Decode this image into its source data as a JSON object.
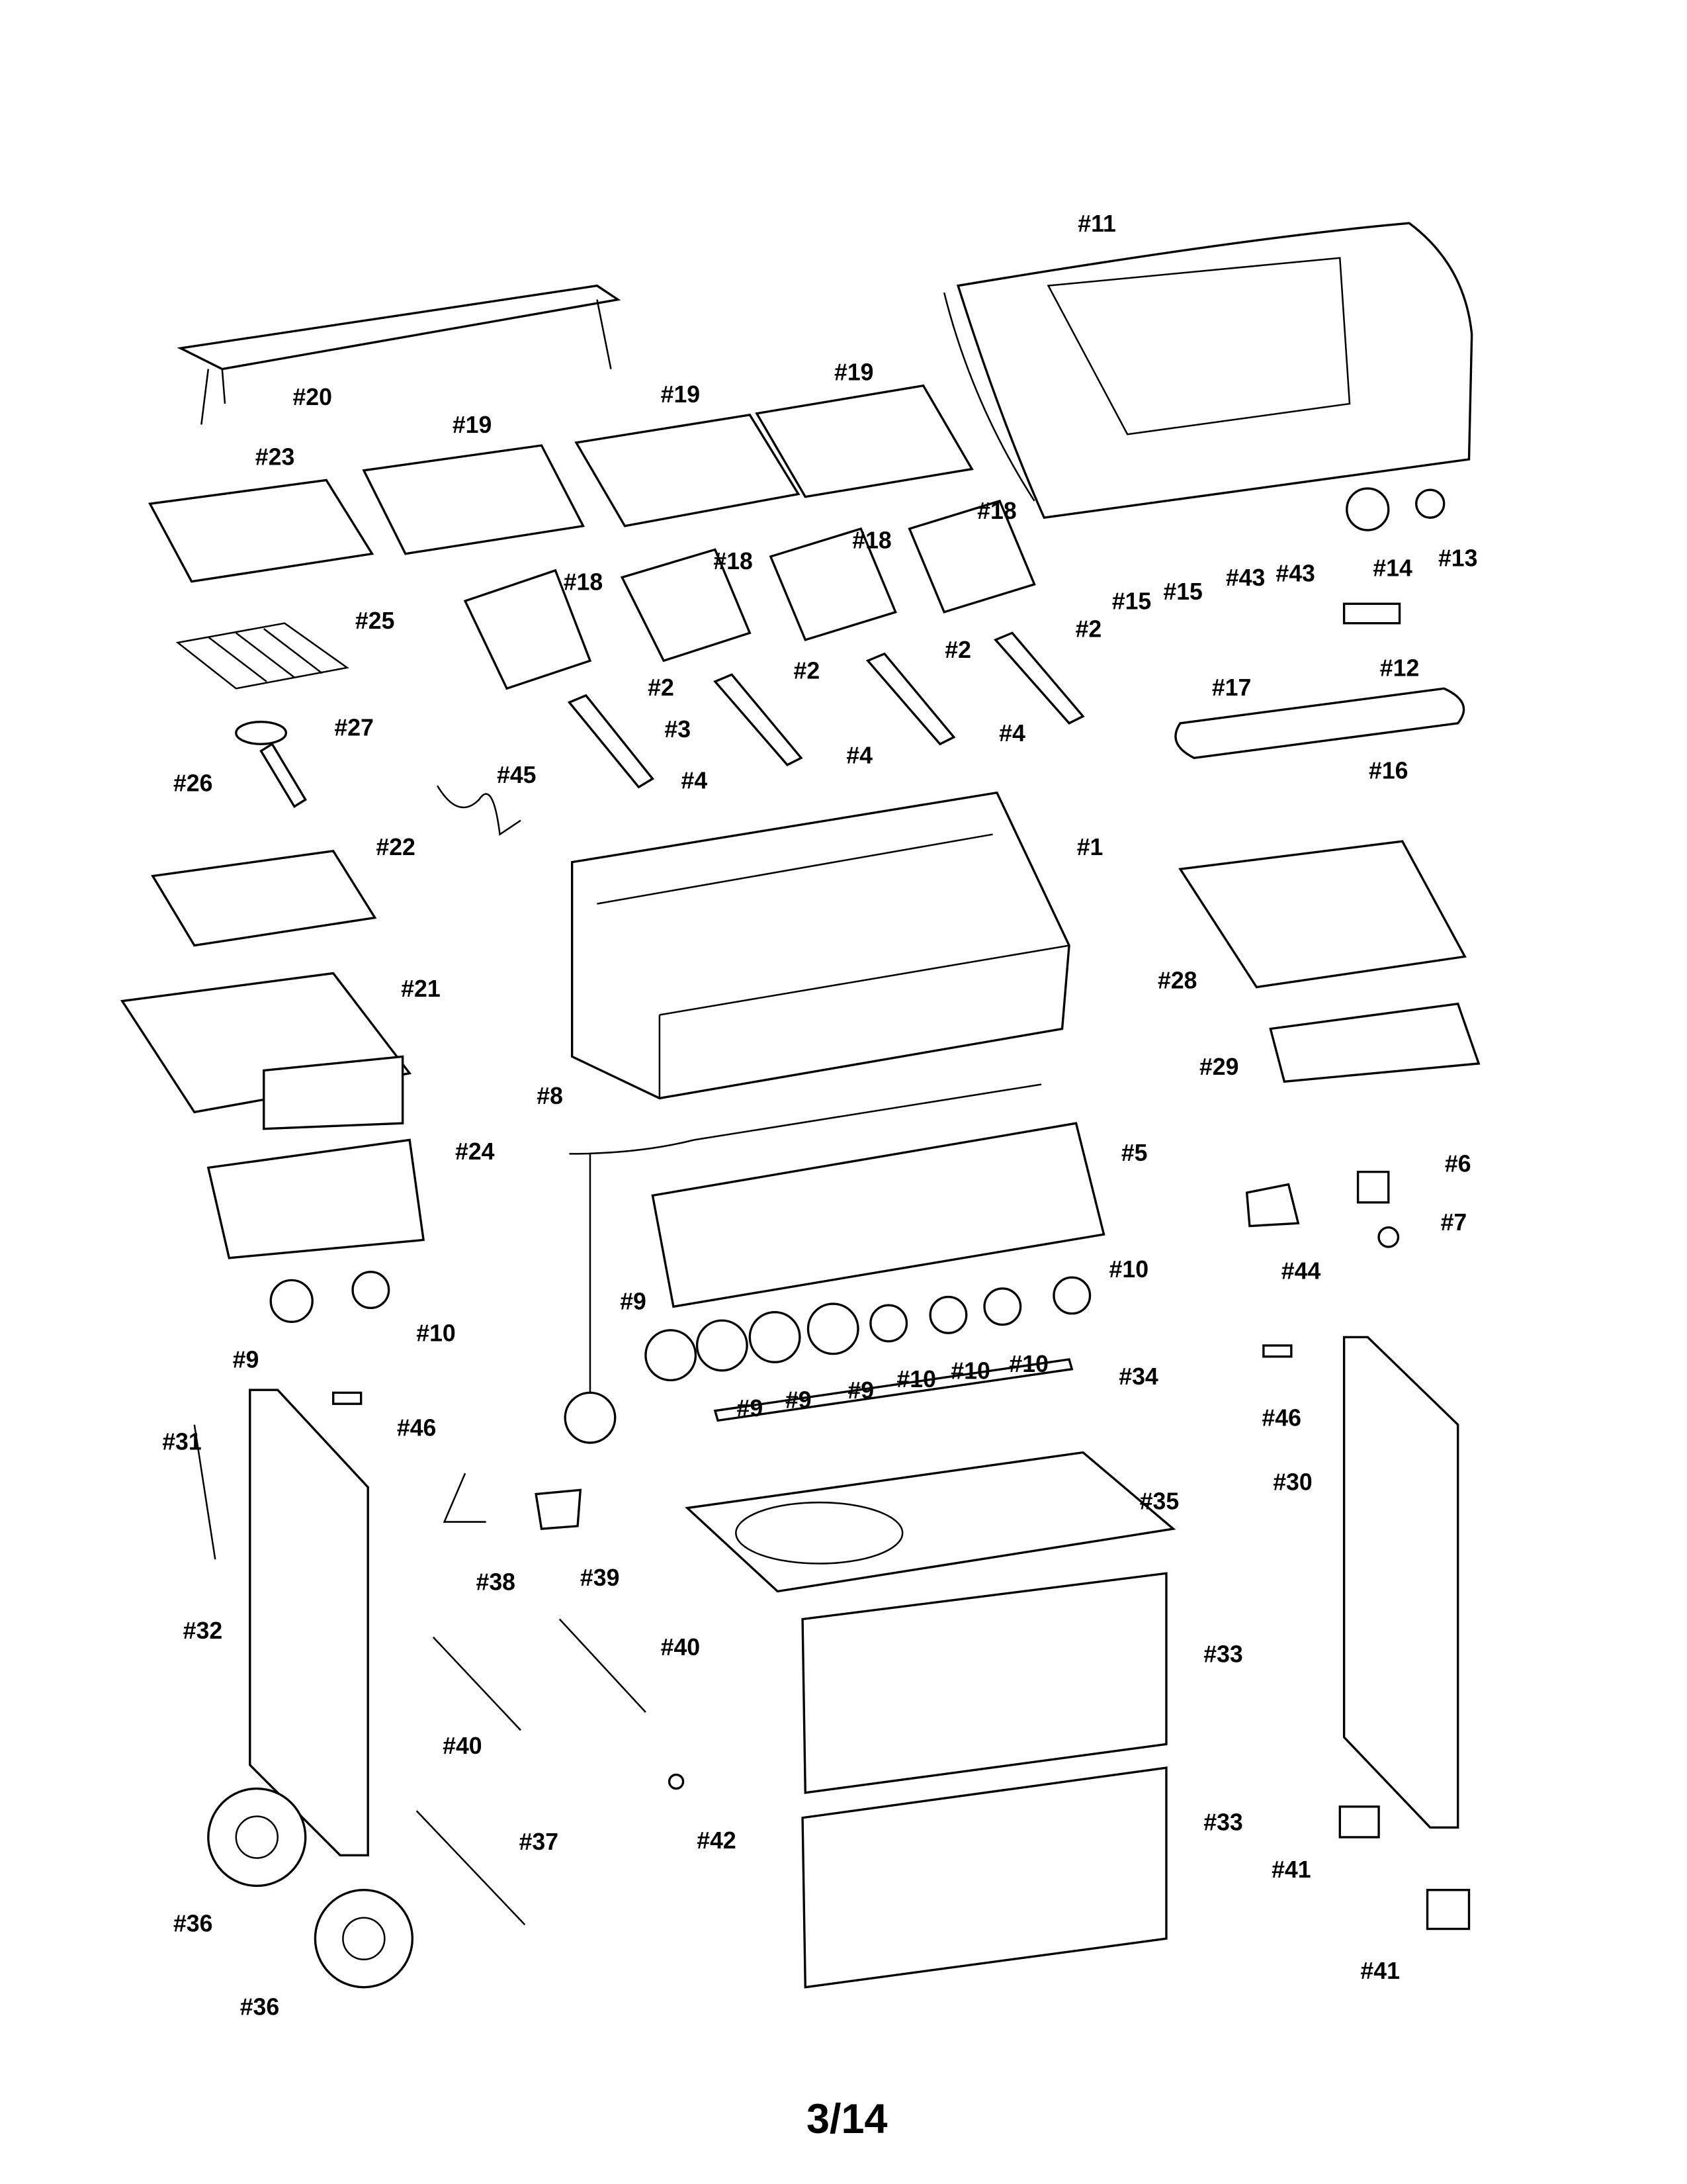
{
  "diagram": {
    "title": "Gas grill exploded parts diagram",
    "page_number": "3/14",
    "labels": [
      "#11",
      "#20",
      "#19",
      "#19",
      "#19",
      "#23",
      "#18",
      "#18",
      "#18",
      "#18",
      "#15",
      "#15",
      "#43",
      "#43",
      "#14",
      "#13",
      "#25",
      "#12",
      "#17",
      "#2",
      "#2",
      "#2",
      "#2",
      "#3",
      "#27",
      "#26",
      "#4",
      "#4",
      "#4",
      "#16",
      "#45",
      "#22",
      "#1",
      "#28",
      "#21",
      "#29",
      "#8",
      "#24",
      "#5",
      "#6",
      "#7",
      "#44",
      "#10",
      "#10",
      "#10",
      "#10",
      "#10",
      "#9",
      "#9",
      "#9",
      "#9",
      "#9",
      "#34",
      "#46",
      "#46",
      "#31",
      "#30",
      "#35",
      "#38",
      "#39",
      "#32",
      "#40",
      "#40",
      "#33",
      "#33",
      "#37",
      "#42",
      "#41",
      "#41",
      "#36",
      "#36"
    ]
  }
}
